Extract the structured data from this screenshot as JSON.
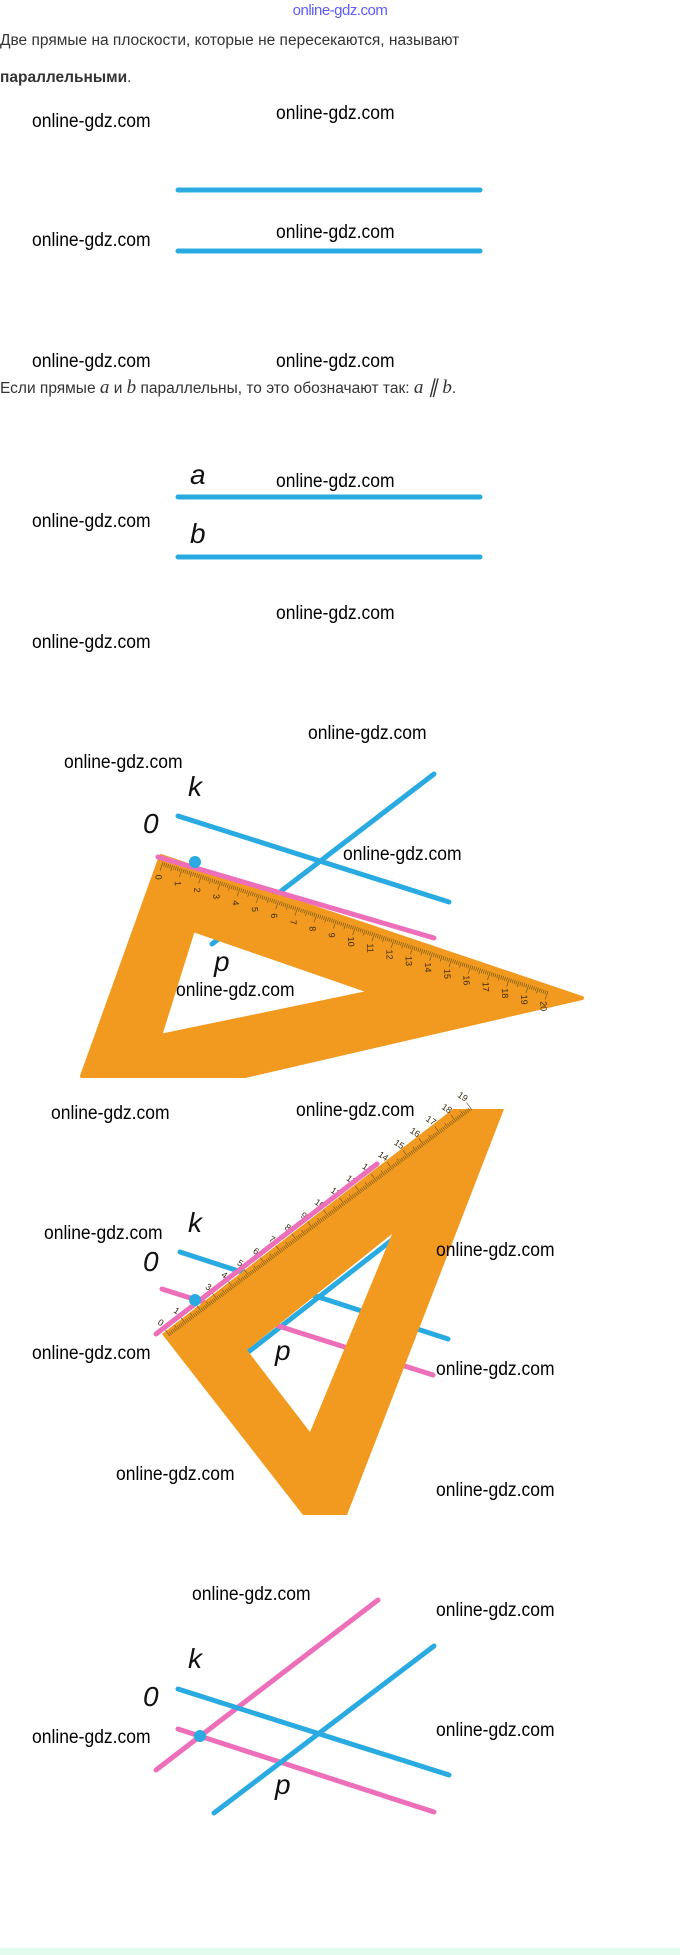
{
  "header": {
    "site": "online-gdz.com"
  },
  "text": {
    "line1": "Две прямые на плоскости, которые не пересекаются, называют",
    "term": "параллельными",
    "term_end": ".",
    "line2_a": "Если прямые ",
    "var_a": "a",
    "line2_b": " и ",
    "var_b": "b",
    "line2_c": " параллельны, то это обозначают так: ",
    "notation": "a ∥ b",
    "line2_end": "."
  },
  "labels": {
    "a": "a",
    "b": "b",
    "k": "k",
    "o": "0",
    "p": "p"
  },
  "watermark": "online-gdz.com",
  "ruler": {
    "fig3_max": 20,
    "fig4_max": 19
  },
  "colors": {
    "line_blue": "#29abe2",
    "line_pink": "#ee6fb9",
    "triangle": "#f29a1f",
    "text": "#333333"
  }
}
